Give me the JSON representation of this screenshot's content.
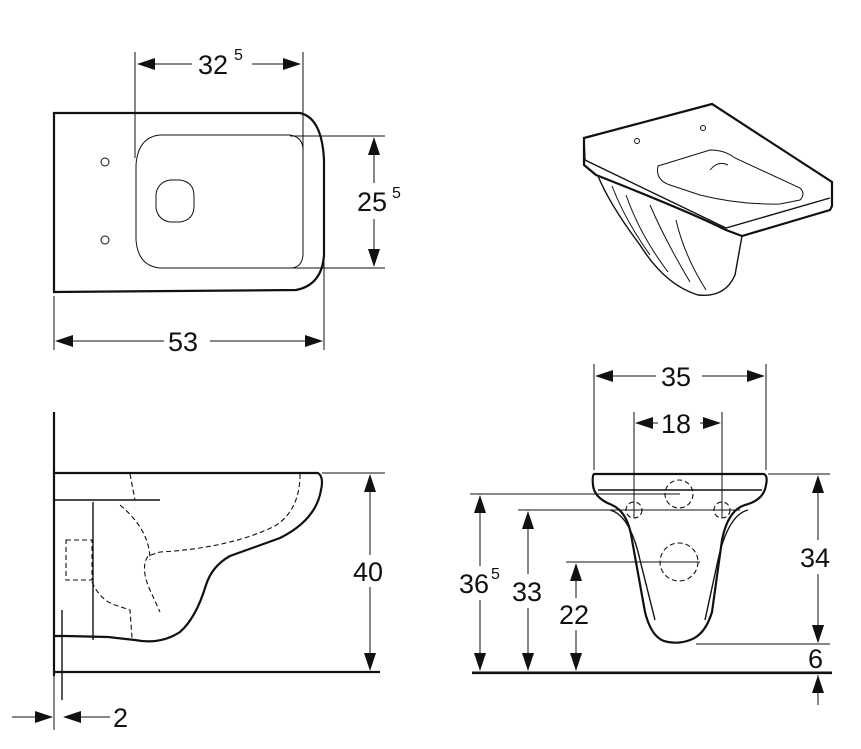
{
  "dimensions": {
    "top_width": "32",
    "top_width_sup": "5",
    "top_depth": "25",
    "top_depth_sup": "5",
    "total_length": "53",
    "height_side": "40",
    "wall_gap": "2",
    "front_width": "35",
    "bolt_spacing": "18",
    "mount_height": "36",
    "mount_height_sup": "5",
    "outlet_height": "33",
    "drain_height": "22",
    "rim_height": "34",
    "floor_gap": "6"
  }
}
